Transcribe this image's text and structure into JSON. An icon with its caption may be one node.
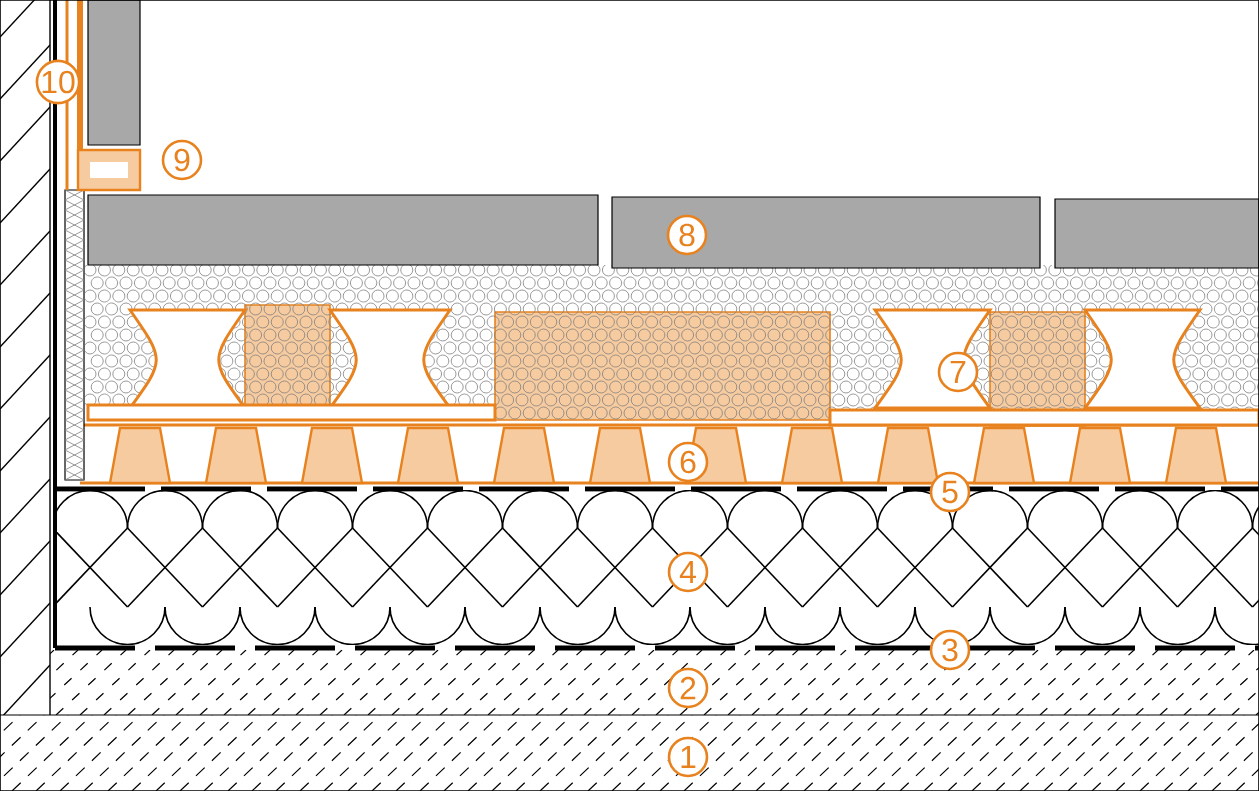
{
  "diagram": {
    "labels": [
      "10",
      "9",
      "8",
      "7",
      "6",
      "5",
      "4",
      "3",
      "2",
      "1"
    ]
  }
}
